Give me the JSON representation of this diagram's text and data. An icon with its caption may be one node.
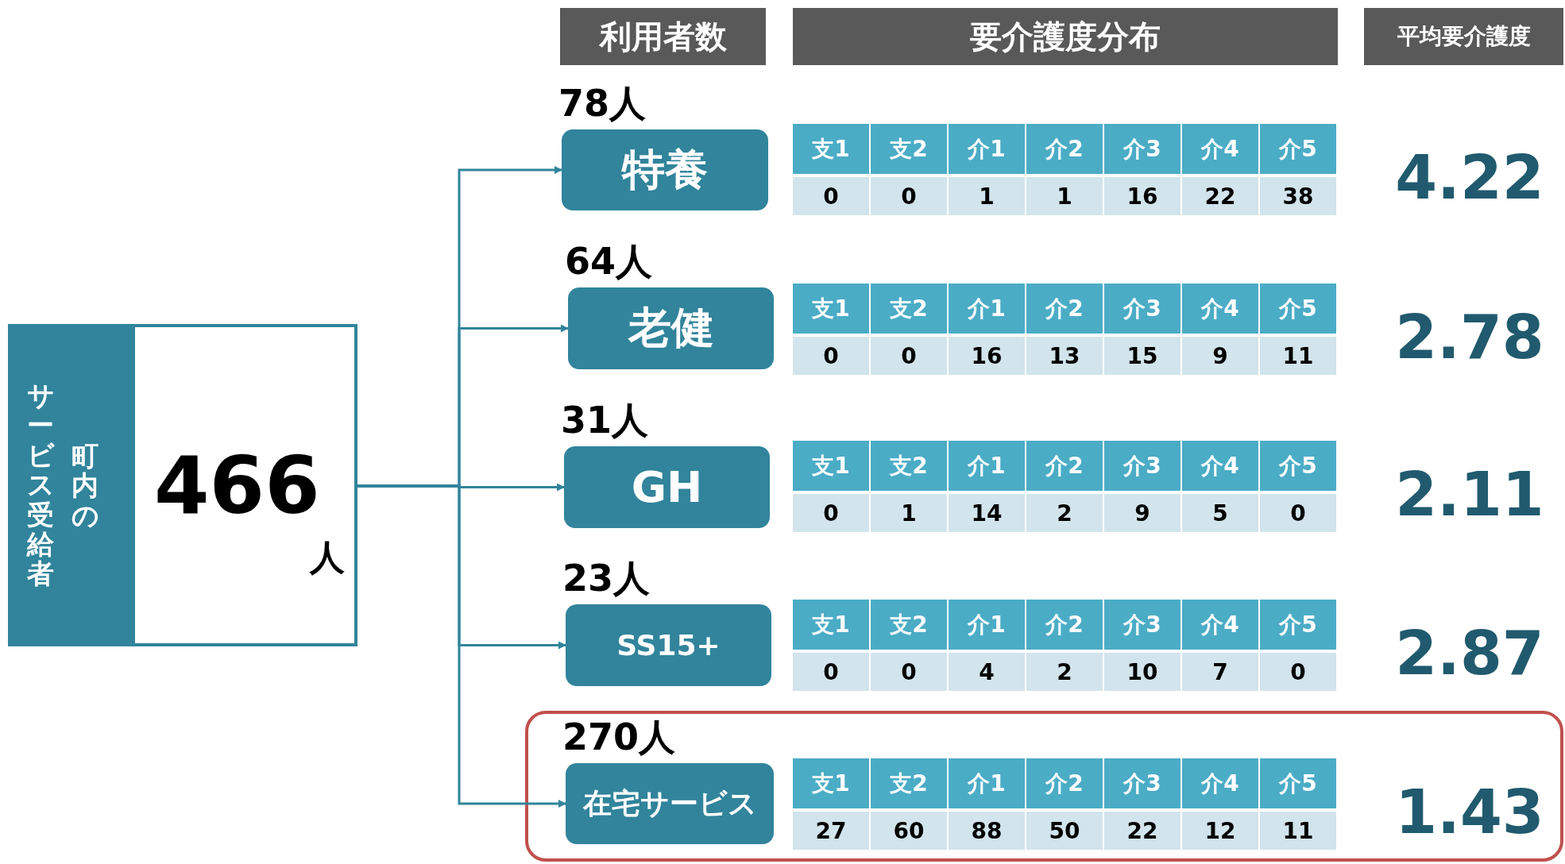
{
  "diagram": {
    "nodes": [
      {
        "text": [
          "町内の",
          "サービス受給者",
          "466",
          "人"
        ]
      },
      {
        "text": [
          "特養"
        ],
        "beside": [
          "78人"
        ]
      },
      {
        "text": [
          "老健"
        ],
        "beside": [
          "64人"
        ]
      },
      {
        "text": [
          "GH"
        ],
        "beside": [
          "31人"
        ]
      },
      {
        "text": [
          "SS15+"
        ],
        "beside": [
          "23人"
        ]
      },
      {
        "text": [
          "在宅サービス"
        ],
        "beside": [
          "270人"
        ]
      }
    ],
    "edges": [
      {
        "from": 0,
        "to": 1,
        "arrow": "to"
      },
      {
        "from": 0,
        "to": 2,
        "arrow": "to"
      },
      {
        "from": 0,
        "to": 3,
        "arrow": "to"
      },
      {
        "from": 0,
        "to": 4,
        "arrow": "to"
      },
      {
        "from": 0,
        "to": 5,
        "arrow": "to"
      }
    ],
    "labels": [
      "利用者数",
      "要介護度分布",
      "平均要介護度",
      "支1",
      "支2",
      "介1",
      "介2",
      "介3",
      "介4",
      "介5",
      "0",
      "0",
      "1",
      "1",
      "16",
      "22",
      "38",
      "4.22",
      "支1",
      "支2",
      "介1",
      "介2",
      "介3",
      "介4",
      "介5",
      "0",
      "0",
      "16",
      "13",
      "15",
      "9",
      "11",
      "2.78",
      "支1",
      "支2",
      "介1",
      "介2",
      "介3",
      "介4",
      "介5",
      "0",
      "1",
      "14",
      "2",
      "9",
      "5",
      "0",
      "2.11",
      "支1",
      "支2",
      "介1",
      "介2",
      "介3",
      "介4",
      "介5",
      "0",
      "0",
      "4",
      "2",
      "10",
      "7",
      "0",
      "2.87",
      "支1",
      "支2",
      "介1",
      "介2",
      "介3",
      "介4",
      "介5",
      "27",
      "60",
      "88",
      "50",
      "22",
      "12",
      "11",
      "1.43"
    ]
  }
}
